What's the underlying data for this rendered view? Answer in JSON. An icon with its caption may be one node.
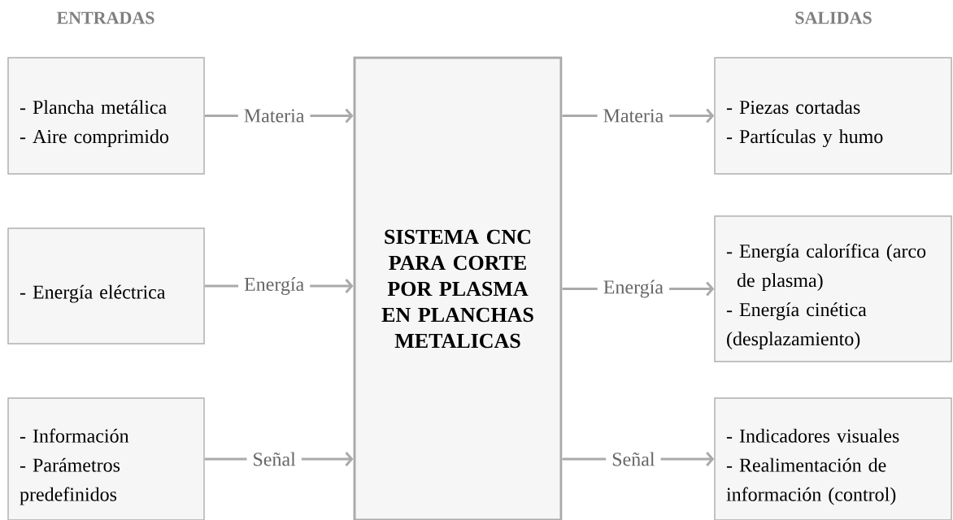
{
  "diagram": {
    "nodes": [
      {
        "text": [
          "- Plancha metálica",
          "- Aire comprimido"
        ]
      },
      {
        "text": [
          "- Energía eléctrica"
        ]
      },
      {
        "text": [
          "- Información",
          "- Parámetros predefinidos"
        ]
      },
      {
        "text": [
          "SISTEMA CNC PARA CORTE POR PLASMA EN PLANCHAS METALICAS"
        ]
      },
      {
        "text": [
          "- Piezas cortadas",
          "- Partículas y humo"
        ]
      },
      {
        "text": [
          "- Energía calorífica (arco de plasma)",
          "- Energía cinética (desplazamiento)"
        ]
      },
      {
        "text": [
          "- Indicadores visuales",
          "- Realimentación de información (control)"
        ]
      }
    ],
    "edges": [
      {
        "from": 0,
        "to": 3,
        "arrow": "to",
        "label": "Materia"
      },
      {
        "from": 1,
        "to": 3,
        "arrow": "to",
        "label": "Energía"
      },
      {
        "from": 2,
        "to": 3,
        "arrow": "to",
        "label": "Señal"
      },
      {
        "from": 3,
        "to": 4,
        "arrow": "to",
        "label": "Materia"
      },
      {
        "from": 3,
        "to": 5,
        "arrow": "to",
        "label": "Energía"
      },
      {
        "from": 3,
        "to": 6,
        "arrow": "to",
        "label": "Señal"
      }
    ],
    "labels": [
      "ENTRADAS",
      "SALIDAS"
    ]
  }
}
